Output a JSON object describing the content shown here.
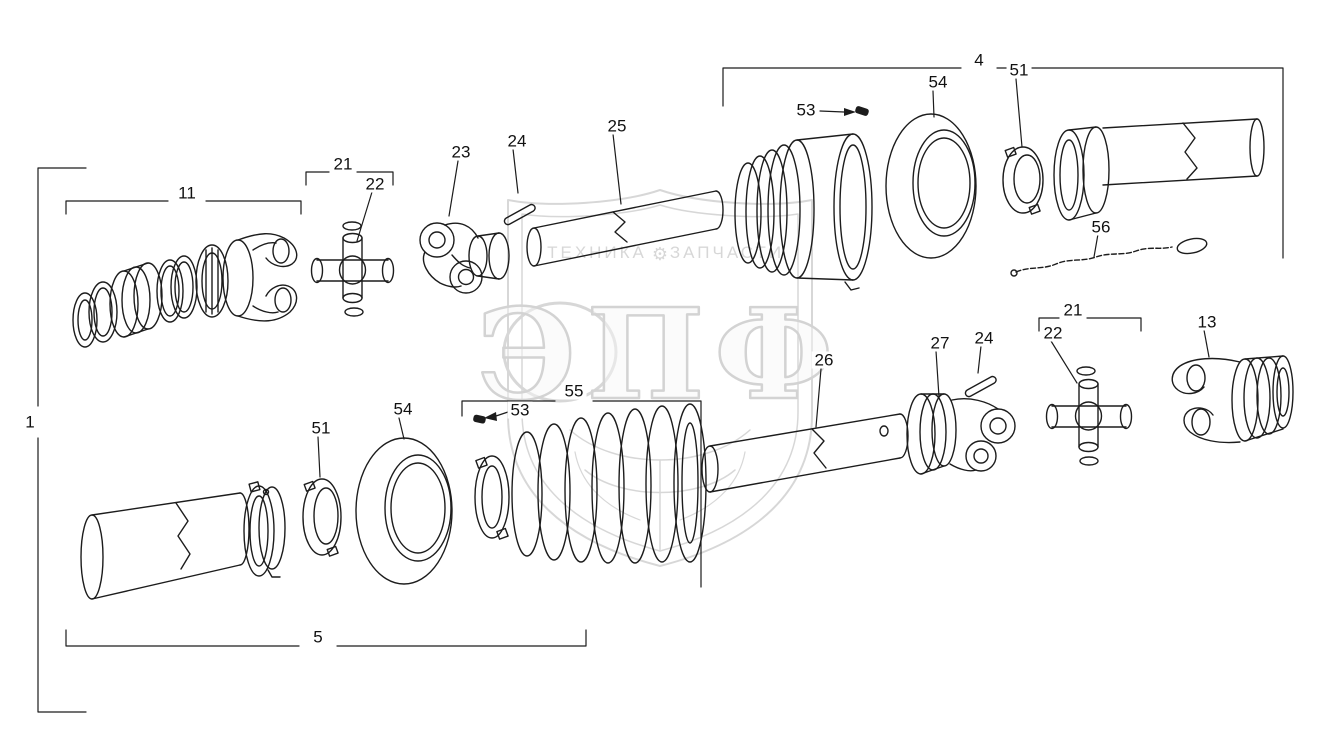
{
  "labels": {
    "l1": "1",
    "l4": "4",
    "l5": "5",
    "l11": "11",
    "l13": "13",
    "l21a": "21",
    "l21b": "21",
    "l22a": "22",
    "l22b": "22",
    "l23": "23",
    "l24a": "24",
    "l24b": "24",
    "l25": "25",
    "l26": "26",
    "l27": "27",
    "l51a": "51",
    "l51b": "51",
    "l53a": "53",
    "l53b": "53",
    "l54a": "54",
    "l54b": "54",
    "l55": "55",
    "l56": "56"
  },
  "watermark": {
    "brand": "ЭПФ",
    "left": "ТЕХНИКА",
    "right": "ЗАПЧАСТИ",
    "gear_icon": "⚙"
  }
}
